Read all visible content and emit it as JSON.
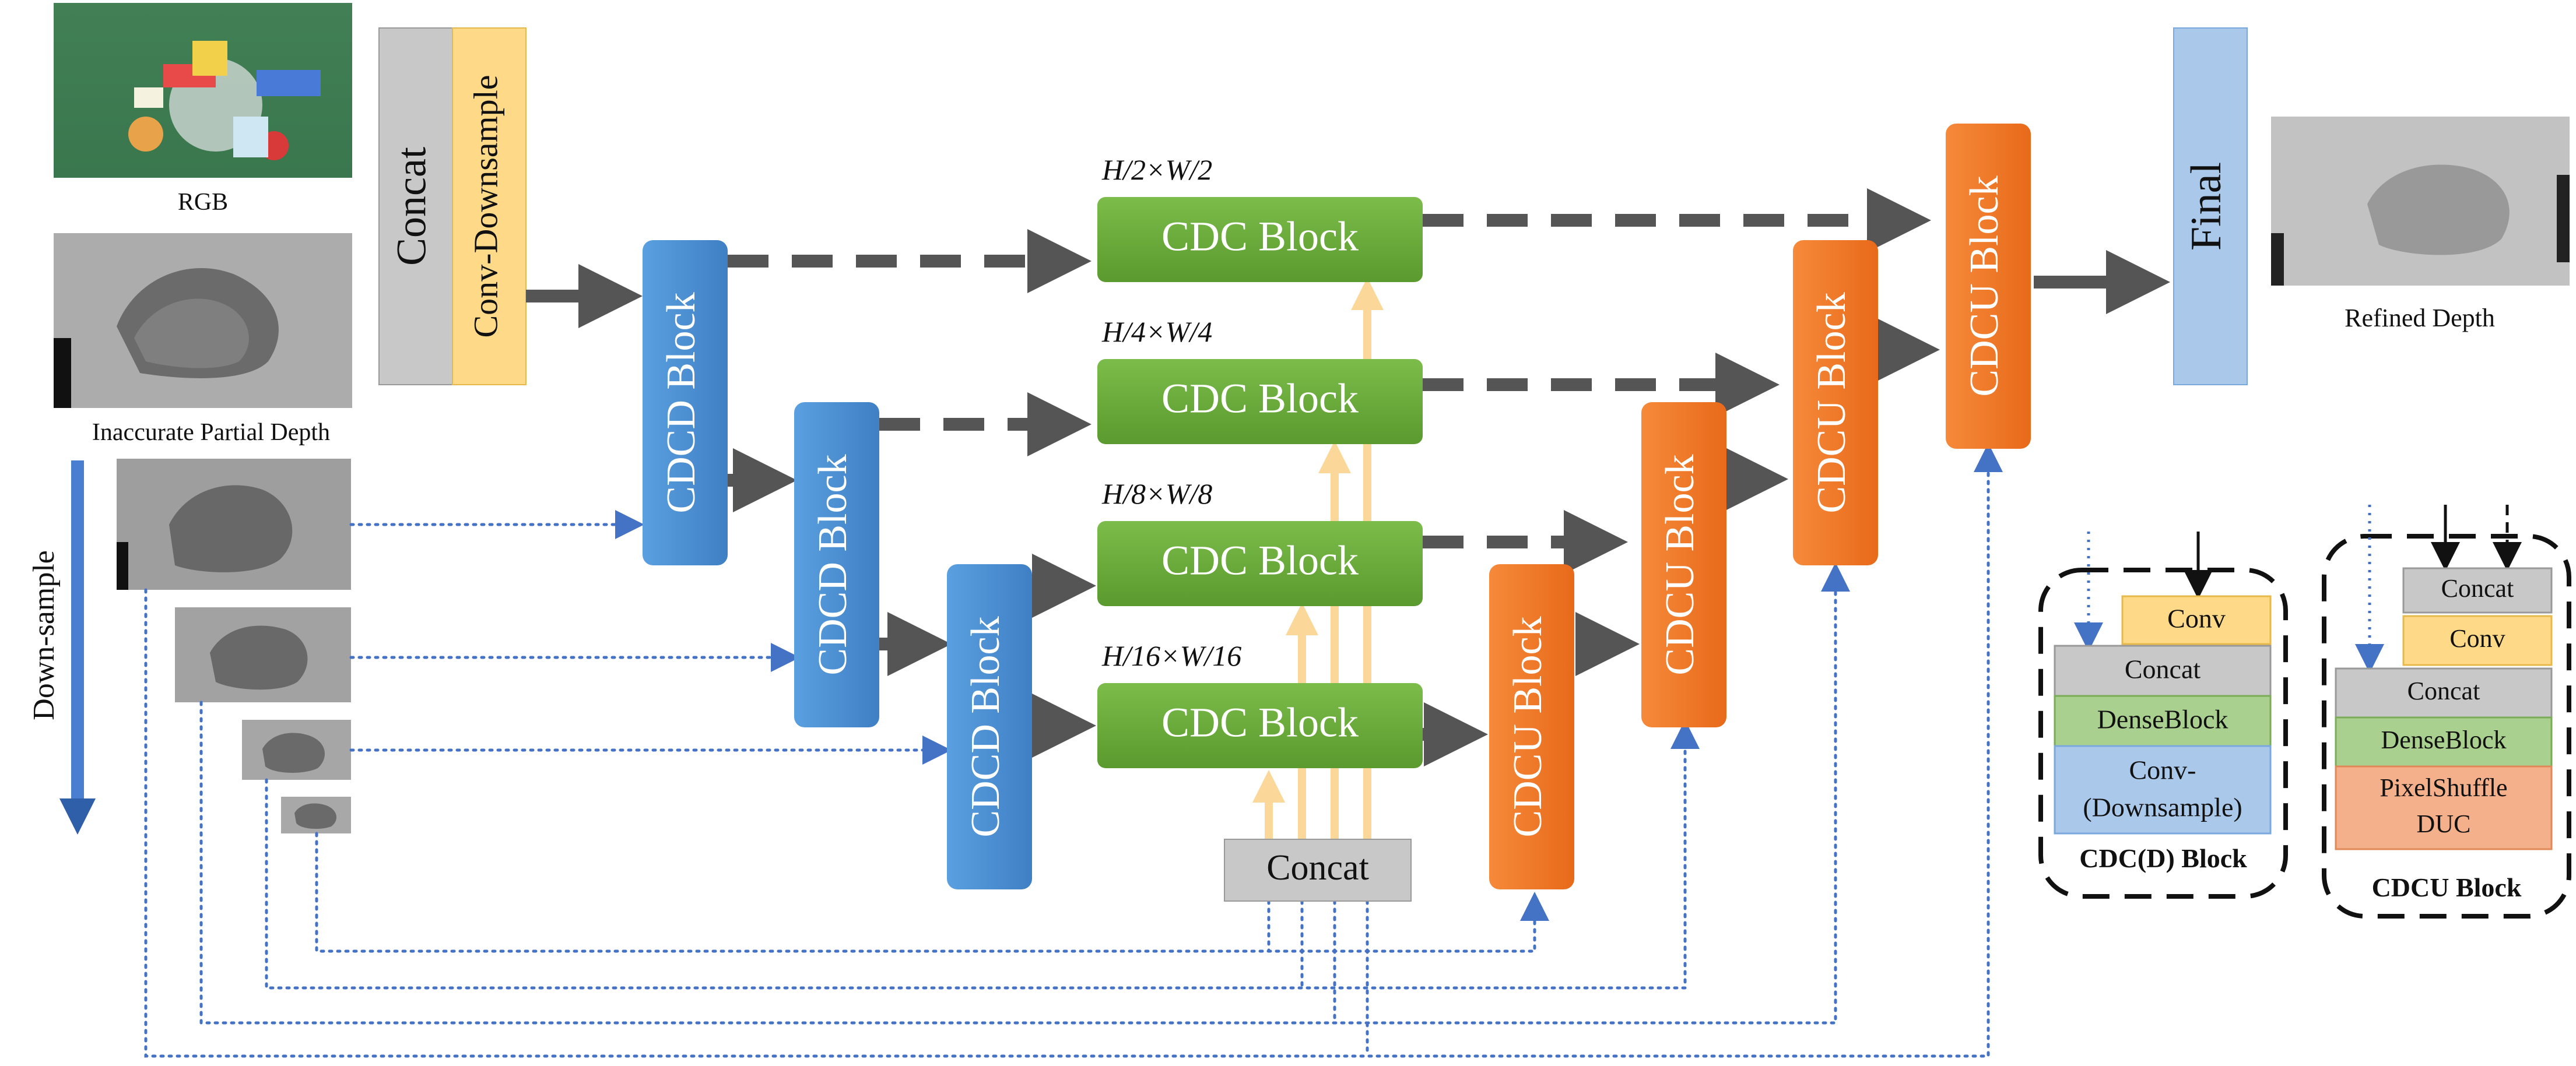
{
  "inputs": {
    "rgb_caption": "RGB",
    "depth_caption": "Inaccurate Partial Depth",
    "downsample_label": "Down-sample"
  },
  "head": {
    "concat_label": "Concat",
    "conv_downsample_label": "Conv-Downsample"
  },
  "encoder": {
    "block_label": "CDCD Block"
  },
  "middle": {
    "block_label": "CDC Block",
    "concat_label": "Concat",
    "scales": [
      "H/2×W/2",
      "H/4×W/4",
      "H/8×W/8",
      "H/16×W/16"
    ]
  },
  "decoder": {
    "block_label": "CDCU Block"
  },
  "output": {
    "final_label": "Final",
    "refined_caption": "Refined Depth"
  },
  "legend_cdcd": {
    "title": "CDC(D) Block",
    "layers": [
      "Conv",
      "Concat",
      "DenseBlock",
      "Conv-",
      "(Downsample)"
    ]
  },
  "legend_cdcu": {
    "title": "CDCU Block",
    "layers": [
      "Concat",
      "Conv",
      "Concat",
      "DenseBlock",
      "PixelShuffle",
      "DUC"
    ]
  },
  "colors": {
    "blue_block": "#4a8fd4",
    "green_block": "#6aaa3a",
    "orange_block": "#ef7a28",
    "gray_block": "#c8c8c8",
    "yellow_block": "#fdd988",
    "final_block": "#a9c8ea",
    "dashed_arrow": "#555555",
    "dotted_link": "#4472c4",
    "concat_arrow": "#fcd79a"
  }
}
